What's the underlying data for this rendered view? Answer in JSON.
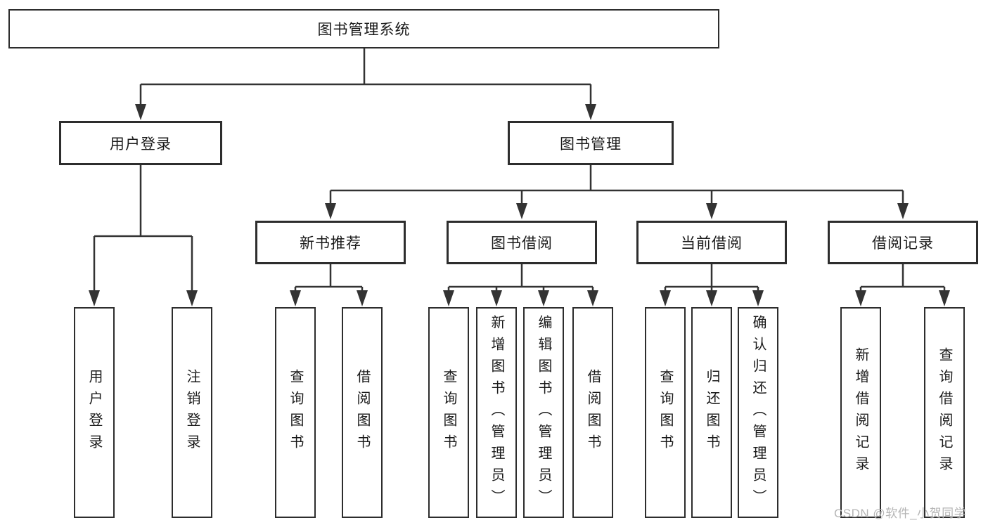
{
  "diagram": {
    "root": {
      "label": "图书管理系统"
    },
    "branches": [
      {
        "label": "用户登录",
        "children": [
          {
            "label": "用户登录"
          },
          {
            "label": "注销登录"
          }
        ]
      },
      {
        "label": "图书管理",
        "children": [
          {
            "label": "新书推荐",
            "children": [
              {
                "label": "查询图书"
              },
              {
                "label": "借阅图书"
              }
            ]
          },
          {
            "label": "图书借阅",
            "children": [
              {
                "label": "查询图书"
              },
              {
                "label": "新增图书（管理员）"
              },
              {
                "label": "编辑图书（管理员）"
              },
              {
                "label": "借阅图书"
              }
            ]
          },
          {
            "label": "当前借阅",
            "children": [
              {
                "label": "查询图书"
              },
              {
                "label": "归还图书"
              },
              {
                "label": "确认归还（管理员）"
              }
            ]
          },
          {
            "label": "借阅记录",
            "children": [
              {
                "label": "新增借阅记录"
              },
              {
                "label": "查询借阅记录"
              }
            ]
          }
        ]
      }
    ]
  },
  "watermark": {
    "text": "CSDN @软件_小贺同学"
  },
  "colors": {
    "background": "#ffffff",
    "line": "#333333",
    "box_border": "#2d2d2d",
    "text": "#1a1a1a",
    "watermark": "#b5b5b5"
  }
}
